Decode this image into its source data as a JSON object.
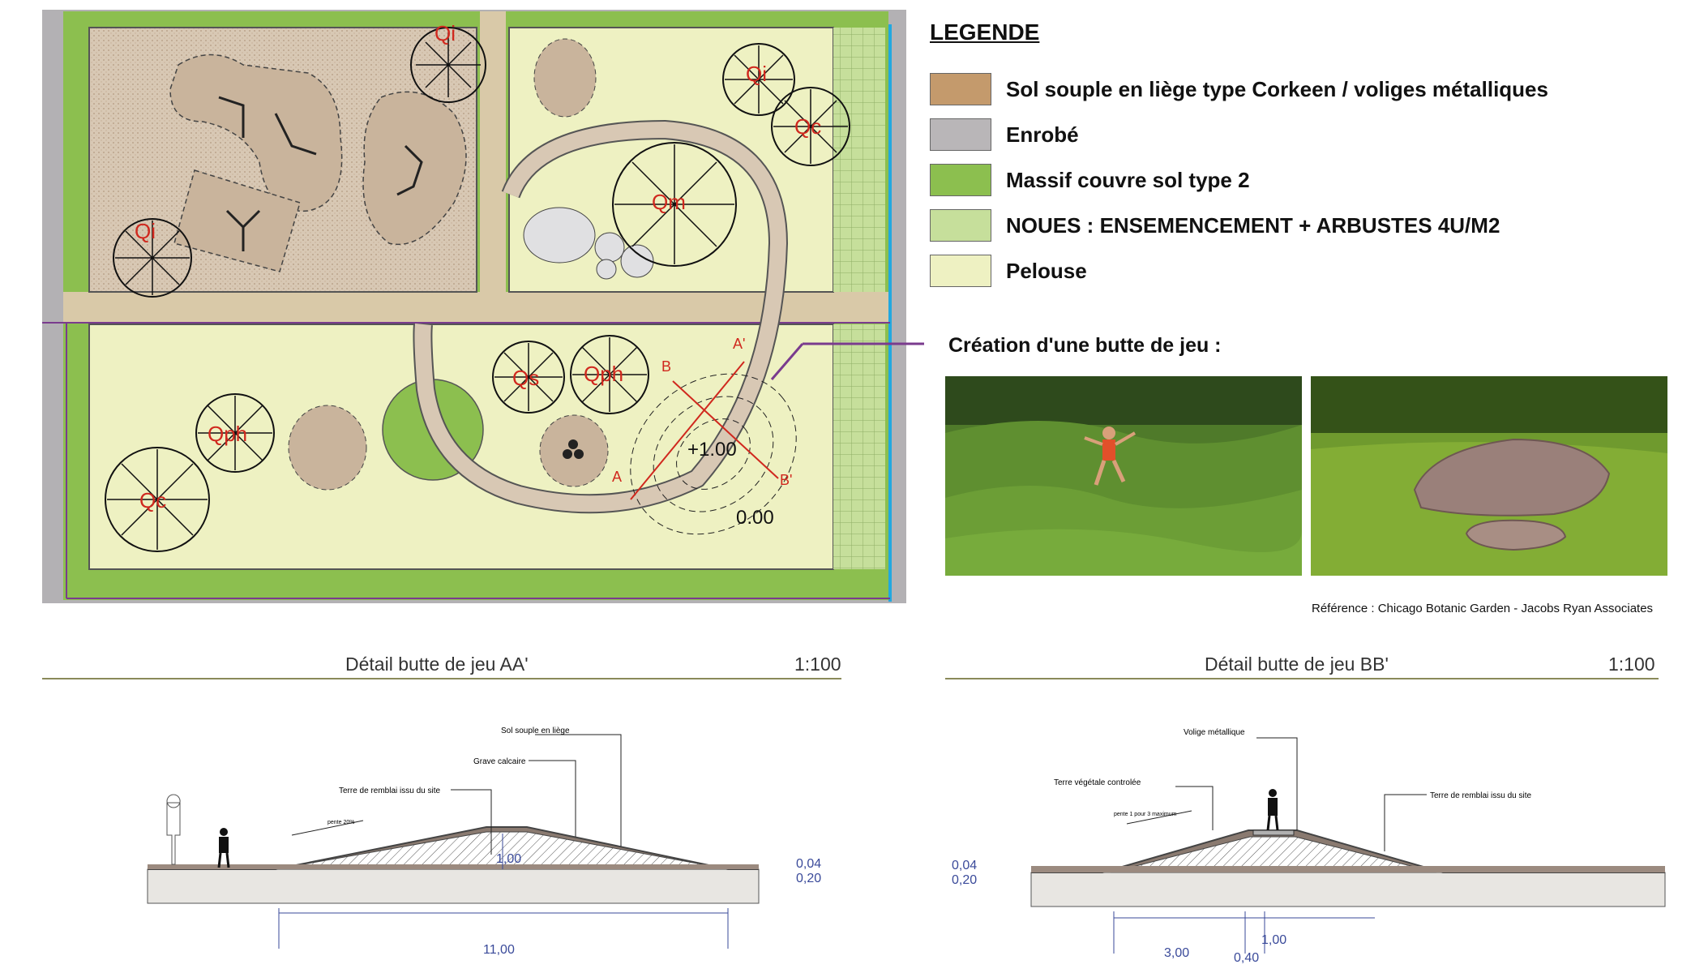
{
  "legend": {
    "title": "LEGENDE",
    "items": [
      {
        "label": "Sol souple en liège type Corkeen / voliges métalliques",
        "color": "#c49a6c"
      },
      {
        "label": "Enrobé",
        "color": "#b9b6b8"
      },
      {
        "label": "Massif couvre sol type 2",
        "color": "#8cbf4f"
      },
      {
        "label": "NOUES : ENSEMENCEMENT + ARBUSTES 4U/M2",
        "color": "#c6df9b"
      },
      {
        "label": "Pelouse",
        "color": "#eef1c2"
      }
    ]
  },
  "plan": {
    "tree_labels": [
      "Qi",
      "Qi",
      "Qi",
      "Qc",
      "Qm",
      "Qs",
      "Qph",
      "Qph",
      "Qc"
    ],
    "section_letters": {
      "a": "A",
      "a_prime": "A'",
      "b": "B",
      "b_prime": "B'"
    },
    "heights": {
      "top": "+1.00",
      "base": "0.00"
    }
  },
  "butte": {
    "heading": "Création d'une butte de jeu :",
    "reference": "Référence : Chicago Botanic Garden - Jacobs Ryan Associates"
  },
  "detail_aa": {
    "title": "Détail butte de jeu AA'",
    "scale": "1:100",
    "labels": {
      "sol_souple": "Sol souple en liège",
      "grave": "Grave calcaire",
      "terre": "Terre de remblai issu du site",
      "pente": "pente 20%"
    },
    "dims": {
      "height": "1,00",
      "layer1": "0,04",
      "layer2": "0,20",
      "length": "11,00"
    }
  },
  "detail_bb": {
    "title": "Détail butte de jeu BB'",
    "scale": "1:100",
    "labels": {
      "volige": "Volige métallique",
      "terre_vegetale": "Terre végétale controlée",
      "terre": "Terre de remblai issu du site",
      "pente": "pente 1 pour 3 maximum"
    },
    "dims": {
      "layer1": "0,04",
      "layer2": "0,20",
      "slope_len": "3,00",
      "top_len": "0,40",
      "height": "1,00"
    }
  }
}
